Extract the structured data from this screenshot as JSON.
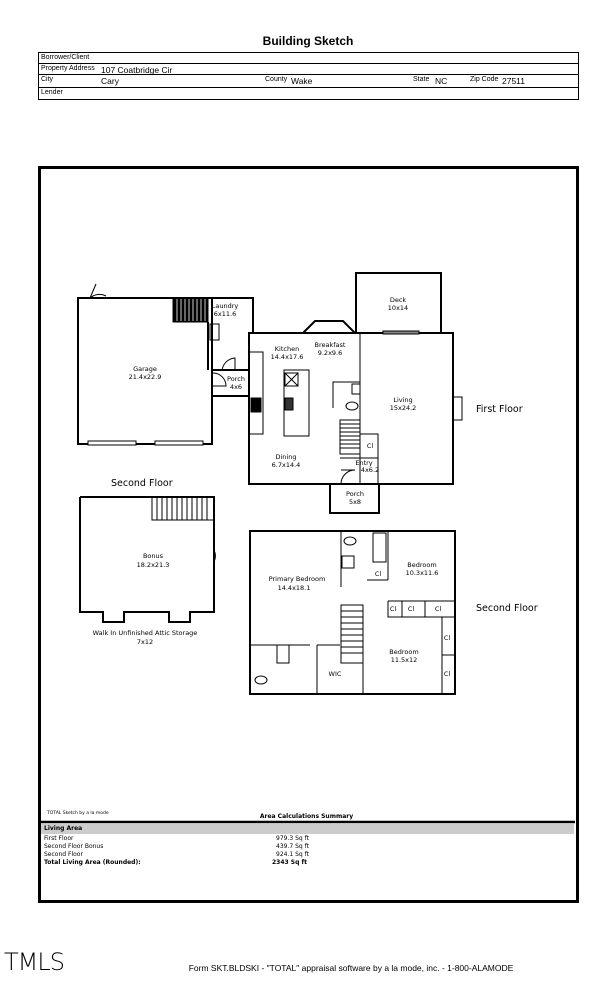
{
  "header": {
    "title": "Building Sketch"
  },
  "form": {
    "borrower_label": "Borrower/Client",
    "borrower_value": "",
    "address_label": "Property Address",
    "address_value": "107 Coatbridge Cir",
    "city_label": "City",
    "city_value": "Cary",
    "county_label": "County",
    "county_value": "Wake",
    "state_label": "State",
    "state_value": "NC",
    "zip_label": "Zip Code",
    "zip_value": "27511",
    "lender_label": "Lender",
    "lender_value": ""
  },
  "sketch": {
    "first_floor_label": "First Floor",
    "second_floor_label_left": "Second Floor",
    "second_floor_label_right": "Second Floor",
    "rooms": {
      "garage": {
        "name": "Garage",
        "dims": "21.4x22.9"
      },
      "laundry": {
        "name": "Laundry",
        "dims": "6x11.6"
      },
      "porch_side": {
        "name": "Porch",
        "dims": "4x6"
      },
      "kitchen": {
        "name": "Kitchen",
        "dims": "14.4x17.6"
      },
      "breakfast": {
        "name": "Breakfast",
        "dims": "9.2x9.6"
      },
      "deck": {
        "name": "Deck",
        "dims": "10x14"
      },
      "living": {
        "name": "Living",
        "dims": "15x24.2"
      },
      "dining": {
        "name": "Dining",
        "dims": "6.7x14.4"
      },
      "entry": {
        "name": "Entry",
        "dims": "4x6.2"
      },
      "closet": "Cl",
      "porch_front": {
        "name": "Porch",
        "dims": "5x8"
      },
      "bonus": {
        "name": "Bonus",
        "dims": "18.2x21.3"
      },
      "attic": {
        "name": "Walk In Unfinished Attic Storage",
        "dims": "7x12"
      },
      "primary": {
        "name": "Primary Bedroom",
        "dims": "14.4x18.1"
      },
      "bedroom1": {
        "name": "Bedroom",
        "dims": "10.3x11.6"
      },
      "bedroom2": {
        "name": "Bedroom",
        "dims": "11.5x12"
      },
      "wic": "WIC"
    },
    "credit": "TOTAL Sketch by a la mode"
  },
  "summary": {
    "title": "Area Calculations Summary",
    "section": "Living Area",
    "rows": [
      {
        "label": "First Floor",
        "value": "979.3 Sq ft"
      },
      {
        "label": "Second Floor Bonus",
        "value": "439.7 Sq ft"
      },
      {
        "label": "Second Floor",
        "value": "924.1 Sq ft"
      }
    ],
    "total_label": "Total Living Area (Rounded):",
    "total_value": "2343 Sq ft"
  },
  "footer": {
    "logo": "TMLS",
    "form_text": "Form SKT.BLDSKI - \"TOTAL\" appraisal software by a la mode, inc. - 1-800-ALAMODE"
  }
}
